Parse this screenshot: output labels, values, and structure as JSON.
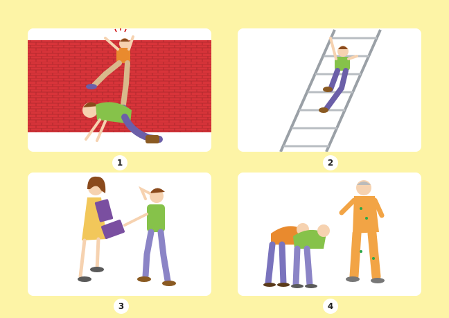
{
  "colors": {
    "background": "#fdf4a6",
    "panel": "#ffffff",
    "brick_wall": "#d8343a",
    "shirt_green": "#86c24a",
    "shirt_orange": "#e98a2e",
    "pants_purple": "#6b5fa8",
    "pajama_orange": "#f2a445"
  },
  "panels": [
    {
      "number": "1",
      "scene_icon": "wall-climb-illustration"
    },
    {
      "number": "2",
      "scene_icon": "ladder-climb-illustration"
    },
    {
      "number": "3",
      "scene_icon": "give-book-illustration"
    },
    {
      "number": "4",
      "scene_icon": "bow-to-elder-illustration"
    }
  ]
}
